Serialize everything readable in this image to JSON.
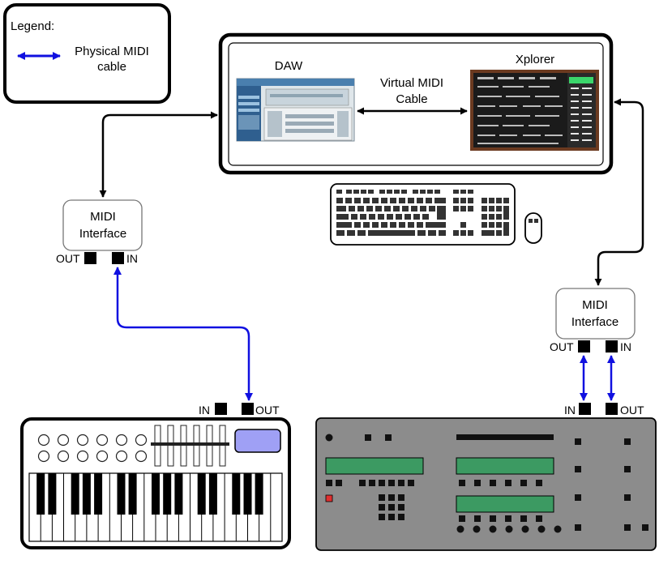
{
  "legend": {
    "title": "Legend:",
    "line1": "Physical MIDI",
    "line2": "cable"
  },
  "computer": {
    "daw_label": "DAW",
    "xplorer_label": "Xplorer",
    "virtual_cable_line1": "Virtual MIDI",
    "virtual_cable_line2": "Cable"
  },
  "midi_interface_left": {
    "line1": "MIDI",
    "line2": "Interface",
    "out_label": "OUT",
    "in_label": "IN"
  },
  "midi_interface_right": {
    "line1": "MIDI",
    "line2": "Interface",
    "out_label": "OUT",
    "in_label": "IN"
  },
  "keyboard_controller": {
    "in_label": "IN",
    "out_label": "OUT"
  },
  "synth_module": {
    "in_label": "IN",
    "out_label": "OUT"
  },
  "colors": {
    "physical_cable": "#1010e0",
    "virtual_cable": "#000000",
    "lcd_green": "#3c9a62",
    "panel_gray": "#8c8c8c",
    "pad_lilac": "#9fa0f5",
    "led_red": "#e03030",
    "screen_brown": "#6b3a20"
  }
}
